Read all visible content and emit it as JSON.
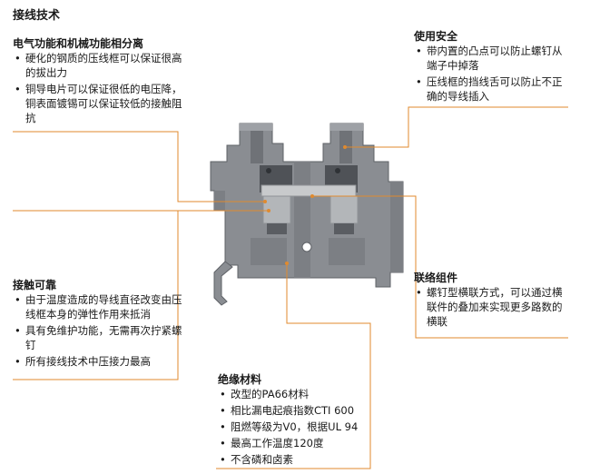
{
  "header": {
    "title": "接线技术"
  },
  "sections": {
    "separation": {
      "title": "电气功能和机械功能相分离",
      "items": [
        "硬化的钢质的压线框可以保证很高的拔出力",
        "铜导电片可以保证很低的电压降，铜表面镀锡可以保证较低的接触阻抗"
      ]
    },
    "safety": {
      "title": "使用安全",
      "items": [
        "带内置的凸点可以防止螺钉从端子中掉落",
        "压线框的挡线舌可以防止不正确的导线插入"
      ]
    },
    "contact": {
      "title": "接触可靠",
      "items": [
        "由于温度造成的导线直径改变由压线框本身的弹性作用来抵消",
        "具有免维护功能，无需再次拧紧螺钉",
        "所有接线技术中压接力最高"
      ]
    },
    "linking": {
      "title": "联络组件",
      "items": [
        "螺钉型横联方式，可以通过横联件的叠加来实现更多路数的横联"
      ]
    },
    "insulation": {
      "title": "绝缘材料",
      "items": [
        "改型的PA66材料",
        "相比漏电起痕指数CTI 600",
        "阻燃等级为V0，根据UL 94",
        "最高工作温度120度",
        "不含磷和卤素"
      ]
    }
  },
  "colors": {
    "leader": "#e08a2e",
    "housing": "#8a8d92",
    "housing_dark": "#6f7277",
    "metal": "#c8cacc"
  }
}
